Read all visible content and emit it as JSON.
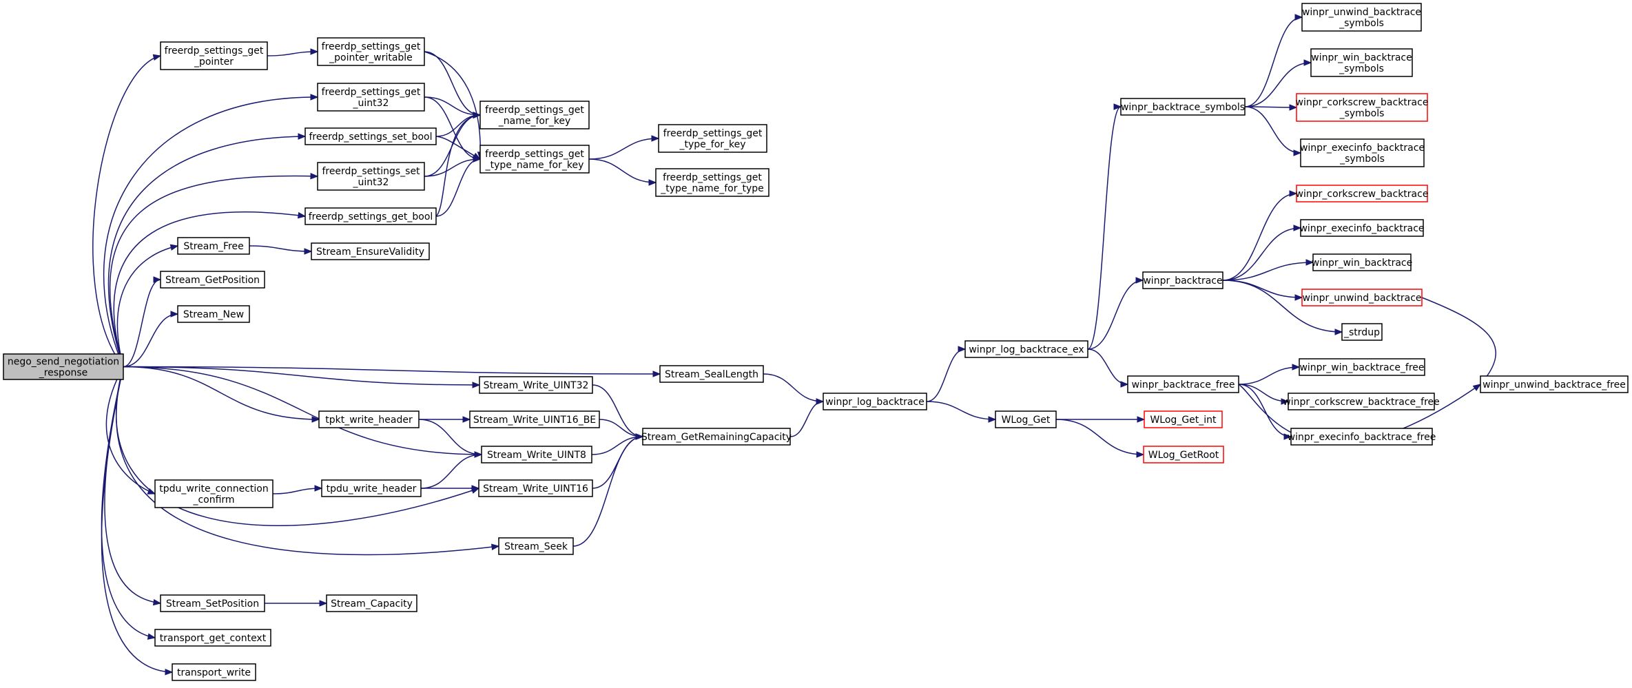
{
  "graph": {
    "nodes": [
      {
        "id": "nego",
        "lines": [
          "nego_send_negotiation",
          "_response"
        ],
        "style": "root"
      },
      {
        "id": "fgp",
        "lines": [
          "freerdp_settings_get",
          "_pointer"
        ]
      },
      {
        "id": "fgu32",
        "lines": [
          "freerdp_settings_get",
          "_uint32"
        ]
      },
      {
        "id": "fsb",
        "lines": [
          "freerdp_settings_set_bool"
        ]
      },
      {
        "id": "fsu32",
        "lines": [
          "freerdp_settings_set",
          "_uint32"
        ]
      },
      {
        "id": "fgb",
        "lines": [
          "freerdp_settings_get_bool"
        ]
      },
      {
        "id": "sfree",
        "lines": [
          "Stream_Free"
        ]
      },
      {
        "id": "sgpos",
        "lines": [
          "Stream_GetPosition"
        ]
      },
      {
        "id": "snew",
        "lines": [
          "Stream_New"
        ]
      },
      {
        "id": "tpkt",
        "lines": [
          "tpkt_write_header"
        ]
      },
      {
        "id": "tpdcc",
        "lines": [
          "tpdu_write_connection",
          "_confirm"
        ]
      },
      {
        "id": "sspos",
        "lines": [
          "Stream_SetPosition"
        ]
      },
      {
        "id": "tgc",
        "lines": [
          "transport_get_context"
        ]
      },
      {
        "id": "tw",
        "lines": [
          "transport_write"
        ]
      },
      {
        "id": "fgpw",
        "lines": [
          "freerdp_settings_get",
          "_pointer_writable"
        ]
      },
      {
        "id": "fgnk",
        "lines": [
          "freerdp_settings_get",
          "_name_for_key"
        ]
      },
      {
        "id": "fgtnk",
        "lines": [
          "freerdp_settings_get",
          "_type_name_for_key"
        ]
      },
      {
        "id": "sev",
        "lines": [
          "Stream_EnsureValidity"
        ]
      },
      {
        "id": "swu32",
        "lines": [
          "Stream_Write_UINT32"
        ]
      },
      {
        "id": "swu16be",
        "lines": [
          "Stream_Write_UINT16_BE"
        ]
      },
      {
        "id": "swu8",
        "lines": [
          "Stream_Write_UINT8"
        ]
      },
      {
        "id": "tpdh",
        "lines": [
          "tpdu_write_header"
        ]
      },
      {
        "id": "swu16",
        "lines": [
          "Stream_Write_UINT16"
        ]
      },
      {
        "id": "sseek",
        "lines": [
          "Stream_Seek"
        ]
      },
      {
        "id": "scap",
        "lines": [
          "Stream_Capacity"
        ]
      },
      {
        "id": "sseal",
        "lines": [
          "Stream_SealLength"
        ]
      },
      {
        "id": "fgtk",
        "lines": [
          "freerdp_settings_get",
          "_type_for_key"
        ]
      },
      {
        "id": "fgtnt",
        "lines": [
          "freerdp_settings_get",
          "_type_name_for_type"
        ]
      },
      {
        "id": "sgrc",
        "lines": [
          "Stream_GetRemainingCapacity"
        ]
      },
      {
        "id": "wlb",
        "lines": [
          "winpr_log_backtrace"
        ]
      },
      {
        "id": "wlbe",
        "lines": [
          "winpr_log_backtrace_ex"
        ]
      },
      {
        "id": "wlget",
        "lines": [
          "WLog_Get"
        ]
      },
      {
        "id": "wbs",
        "lines": [
          "winpr_backtrace_symbols"
        ]
      },
      {
        "id": "wbt",
        "lines": [
          "winpr_backtrace"
        ]
      },
      {
        "id": "wbf",
        "lines": [
          "winpr_backtrace_free"
        ]
      },
      {
        "id": "wlgi",
        "lines": [
          "WLog_Get_int"
        ],
        "style": "red"
      },
      {
        "id": "wlgr",
        "lines": [
          "WLog_GetRoot"
        ],
        "style": "red"
      },
      {
        "id": "wubs",
        "lines": [
          "winpr_unwind_backtrace",
          "_symbols"
        ]
      },
      {
        "id": "wwbs",
        "lines": [
          "winpr_win_backtrace",
          "_symbols"
        ]
      },
      {
        "id": "wcbs",
        "lines": [
          "winpr_corkscrew_backtrace",
          "_symbols"
        ],
        "style": "red"
      },
      {
        "id": "webs",
        "lines": [
          "winpr_execinfo_backtrace",
          "_symbols"
        ]
      },
      {
        "id": "wcb",
        "lines": [
          "winpr_corkscrew_backtrace"
        ],
        "style": "red"
      },
      {
        "id": "web",
        "lines": [
          "winpr_execinfo_backtrace"
        ]
      },
      {
        "id": "wwb",
        "lines": [
          "winpr_win_backtrace"
        ]
      },
      {
        "id": "wub",
        "lines": [
          "winpr_unwind_backtrace"
        ],
        "style": "red"
      },
      {
        "id": "strdup",
        "lines": [
          "_strdup"
        ]
      },
      {
        "id": "wwbf",
        "lines": [
          "winpr_win_backtrace_free"
        ]
      },
      {
        "id": "wcbf",
        "lines": [
          "winpr_corkscrew_backtrace_free"
        ]
      },
      {
        "id": "webf",
        "lines": [
          "winpr_execinfo_backtrace_free"
        ]
      },
      {
        "id": "wubf",
        "lines": [
          "winpr_unwind_backtrace_free"
        ]
      }
    ],
    "edges": [
      [
        "nego",
        "fgp"
      ],
      [
        "nego",
        "fgu32"
      ],
      [
        "nego",
        "fsb"
      ],
      [
        "nego",
        "fsu32"
      ],
      [
        "nego",
        "fgb"
      ],
      [
        "nego",
        "sfree"
      ],
      [
        "nego",
        "sgpos"
      ],
      [
        "nego",
        "snew"
      ],
      [
        "nego",
        "sseal"
      ],
      [
        "nego",
        "swu32"
      ],
      [
        "nego",
        "tpkt"
      ],
      [
        "nego",
        "swu8"
      ],
      [
        "nego",
        "tpdcc"
      ],
      [
        "nego",
        "swu16"
      ],
      [
        "nego",
        "sseek"
      ],
      [
        "nego",
        "sspos"
      ],
      [
        "nego",
        "tgc"
      ],
      [
        "nego",
        "tw"
      ],
      [
        "fgp",
        "fgpw"
      ],
      [
        "fgpw",
        "fgnk"
      ],
      [
        "fgpw",
        "fgtnk"
      ],
      [
        "fgu32",
        "fgnk"
      ],
      [
        "fgu32",
        "fgtnk"
      ],
      [
        "fsb",
        "fgnk"
      ],
      [
        "fsb",
        "fgtnk"
      ],
      [
        "fsu32",
        "fgnk"
      ],
      [
        "fsu32",
        "fgtnk"
      ],
      [
        "fgb",
        "fgnk"
      ],
      [
        "fgb",
        "fgtnk"
      ],
      [
        "fgtnk",
        "fgtk"
      ],
      [
        "fgtnk",
        "fgtnt"
      ],
      [
        "sfree",
        "sev"
      ],
      [
        "tpkt",
        "swu16be"
      ],
      [
        "tpkt",
        "swu8"
      ],
      [
        "tpdcc",
        "tpdh"
      ],
      [
        "tpdh",
        "swu8"
      ],
      [
        "tpdh",
        "swu16"
      ],
      [
        "sspos",
        "scap"
      ],
      [
        "swu32",
        "sgrc"
      ],
      [
        "swu16be",
        "sgrc"
      ],
      [
        "swu8",
        "sgrc"
      ],
      [
        "swu16",
        "sgrc"
      ],
      [
        "sseek",
        "sgrc"
      ],
      [
        "sseal",
        "wlb"
      ],
      [
        "sgrc",
        "wlb"
      ],
      [
        "wlb",
        "wlbe"
      ],
      [
        "wlb",
        "wlget"
      ],
      [
        "wlbe",
        "wbs"
      ],
      [
        "wlbe",
        "wbt"
      ],
      [
        "wlbe",
        "wbf"
      ],
      [
        "wlget",
        "wlgi"
      ],
      [
        "wlget",
        "wlgr"
      ],
      [
        "wbs",
        "wubs"
      ],
      [
        "wbs",
        "wwbs"
      ],
      [
        "wbs",
        "wcbs"
      ],
      [
        "wbs",
        "webs"
      ],
      [
        "wbt",
        "wcb"
      ],
      [
        "wbt",
        "web"
      ],
      [
        "wbt",
        "wwb"
      ],
      [
        "wbt",
        "wub"
      ],
      [
        "wbt",
        "strdup"
      ],
      [
        "wub",
        "wubf"
      ],
      [
        "wbf",
        "wwbf"
      ],
      [
        "wbf",
        "wcbf"
      ],
      [
        "wbf",
        "webf"
      ],
      [
        "wbf",
        "wubf"
      ]
    ]
  },
  "colors": {
    "edge": "#191970",
    "node_border": "#000000",
    "root_fill": "#bfbfbf",
    "external_border": "#ff0000"
  }
}
